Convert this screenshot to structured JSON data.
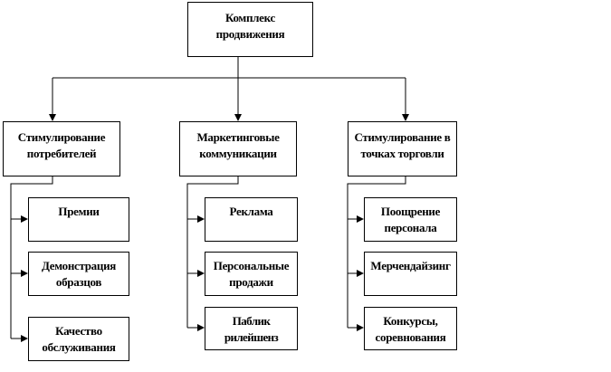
{
  "root": {
    "line1": "Комплекс",
    "line2": "продвижения"
  },
  "branches": [
    {
      "title1": "Стимулирование",
      "title2": "потребителей",
      "items": [
        {
          "l1": "Премии",
          "l2": ""
        },
        {
          "l1": "Демонстрация",
          "l2": "образцов"
        },
        {
          "l1": "Качество",
          "l2": "обслуживания"
        }
      ]
    },
    {
      "title1": "Маркетинговые",
      "title2": "коммуникации",
      "items": [
        {
          "l1": "Реклама",
          "l2": ""
        },
        {
          "l1": "Персональные",
          "l2": "продажи"
        },
        {
          "l1": "Паблик рилейшенз",
          "l2": ""
        }
      ]
    },
    {
      "title1": "Стимулирование в",
      "title2": "точках торговли",
      "items": [
        {
          "l1": "Поощрение",
          "l2": "персонала"
        },
        {
          "l1": "Мерчендайзинг",
          "l2": ""
        },
        {
          "l1": "Конкурсы,",
          "l2": "соревнования"
        }
      ]
    }
  ]
}
